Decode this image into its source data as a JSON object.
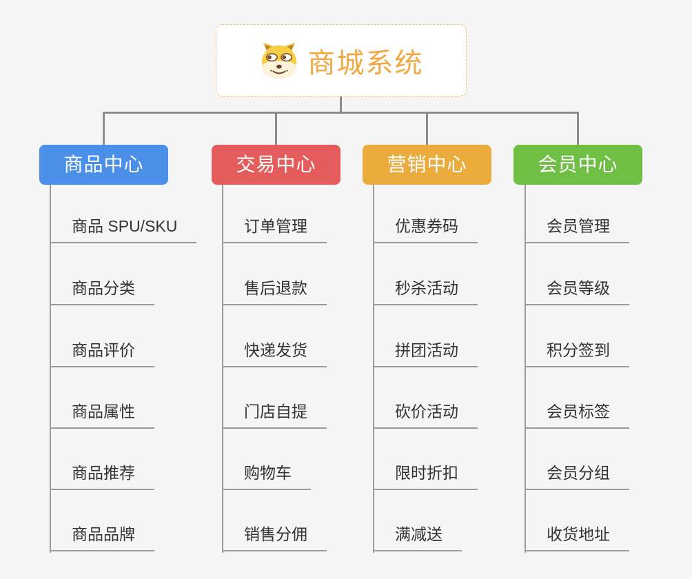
{
  "root": {
    "title": "商城系统",
    "icon": "doge-face-icon"
  },
  "branches": [
    {
      "label": "商品中心",
      "color": "#4A8FE8",
      "items": [
        "商品 SPU/SKU",
        "商品分类",
        "商品评价",
        "商品属性",
        "商品推荐",
        "商品品牌"
      ]
    },
    {
      "label": "交易中心",
      "color": "#E45C5B",
      "items": [
        "订单管理",
        "售后退款",
        "快递发货",
        "门店自提",
        "购物车",
        "销售分佣"
      ]
    },
    {
      "label": "营销中心",
      "color": "#ECAC3D",
      "items": [
        "优惠券码",
        "秒杀活动",
        "拼团活动",
        "砍价活动",
        "限时折扣",
        "满减送"
      ]
    },
    {
      "label": "会员中心",
      "color": "#6EBF44",
      "items": [
        "会员管理",
        "会员等级",
        "积分签到",
        "会员标签",
        "会员分组",
        "收货地址"
      ]
    }
  ],
  "colors": {
    "background": "#F5F5F5",
    "connector": "#8C8C8C",
    "line": "#9B9B9B",
    "root_title": "#F2A843",
    "root_border": "#F5BE6E",
    "item_text": "#333333"
  }
}
